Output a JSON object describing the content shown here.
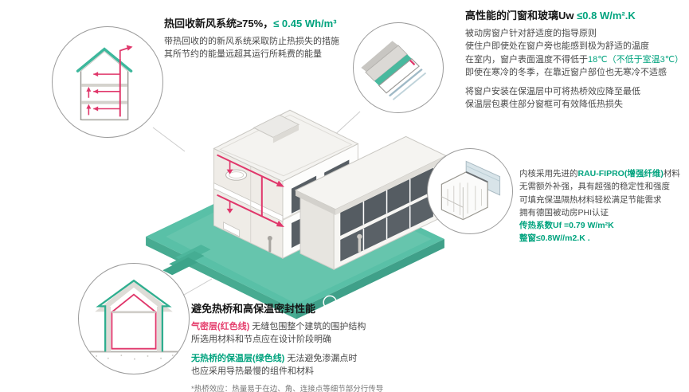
{
  "colors": {
    "accent_green": "#00A37E",
    "duct_red": "#E0376B",
    "platform_teal": "#59C0A7",
    "glass_dark": "#565D63",
    "circle_border": "#9B9B9B"
  },
  "hrv": {
    "title_black": "热回收新风系统≥75%，",
    "title_green": "≤ 0.45 Wh/m³",
    "line1": "带热回收的的新风系统采取防止热损失的措施",
    "line2": "其所节约的能量远超其运行所耗费的能量"
  },
  "window": {
    "title_black": "高性能的门窗和玻璃Uw ",
    "title_green": "≤0.8 W/m².K",
    "p1l1": "被动房窗户针对舒适度的指导原则",
    "p1l2": "使住户即使处在窗户旁也能感到极为舒适的温度",
    "p1l3_black": "在室内，窗户表面温度不得低于",
    "p1l3_green": "18℃（不低于室温3℃）",
    "p1l4": "即使在寒冷的冬季，在靠近窗户部位也无寒冷不适感",
    "p2l1": "将窗户安装在保温层中可将热桥效应降至最低",
    "p2l2": "保温层包裹住部分窗框可有效降低热损失"
  },
  "profile": {
    "l1_black": "内核采用先进的",
    "l1_green": "RAU-FIPRO(增强纤维)",
    "l1_tail": "材料",
    "l2": "无需额外补强，具有超强的稳定性和强度",
    "l3": "可填充保温隔热材料轻松满足节能需求",
    "l4": "拥有德国被动房PHI认证",
    "l5": "传热系数Uf =0.79 W/m²K",
    "l6": "整窗≤0.8W//m2.K ."
  },
  "thermal": {
    "title": "避免热桥和高保温密封性能",
    "airtight_label": "气密层(红色线)",
    "airtight_text": " 无缝包围整个建筑的围护结构",
    "airtight_line2": "所选用材料和节点应在设计阶段明确",
    "insulation_label": "无热桥的保温层(绿色线)",
    "insulation_text": " 无法避免渗漏点时",
    "insulation_line2": "也应采用导热最慢的组件和材料",
    "note": "*热桥效应：热量易于在边、角、连接点等细节部分行传导"
  }
}
